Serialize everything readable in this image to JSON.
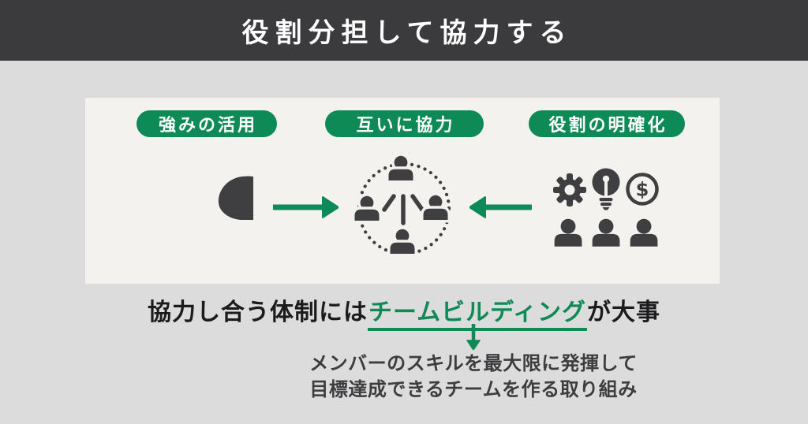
{
  "header": {
    "title": "役割分担して協力する"
  },
  "colors": {
    "header_bg": "#3b3a3c",
    "page_bg": "#dcdcdc",
    "panel_bg": "#f3f2ee",
    "green": "#0d8a55",
    "icon_dark": "#3f3e40",
    "caption_text": "#1b1b1d",
    "note_text": "#3d3c3e",
    "pill_text": "#ffffff",
    "title_text": "#ffffff"
  },
  "panel": {
    "pills": [
      {
        "label": "強みの活用"
      },
      {
        "label": "互いに協力"
      },
      {
        "label": "役割の明確化"
      }
    ],
    "icons": [
      {
        "name": "strength-icon"
      },
      {
        "name": "arrow-right-icon"
      },
      {
        "name": "team-network-icon"
      },
      {
        "name": "arrow-left-icon"
      },
      {
        "name": "gear-icon"
      },
      {
        "name": "lightbulb-icon"
      },
      {
        "name": "dollar-coin-icon"
      },
      {
        "name": "team-members-icon"
      }
    ]
  },
  "caption": {
    "pre": "協力し合う体制には",
    "highlight": "チームビルディング",
    "post": "が大事"
  },
  "note": {
    "line1": "メンバーのスキルを最大限に発揮して",
    "line2": "目標達成できるチームを作る取り組み"
  }
}
